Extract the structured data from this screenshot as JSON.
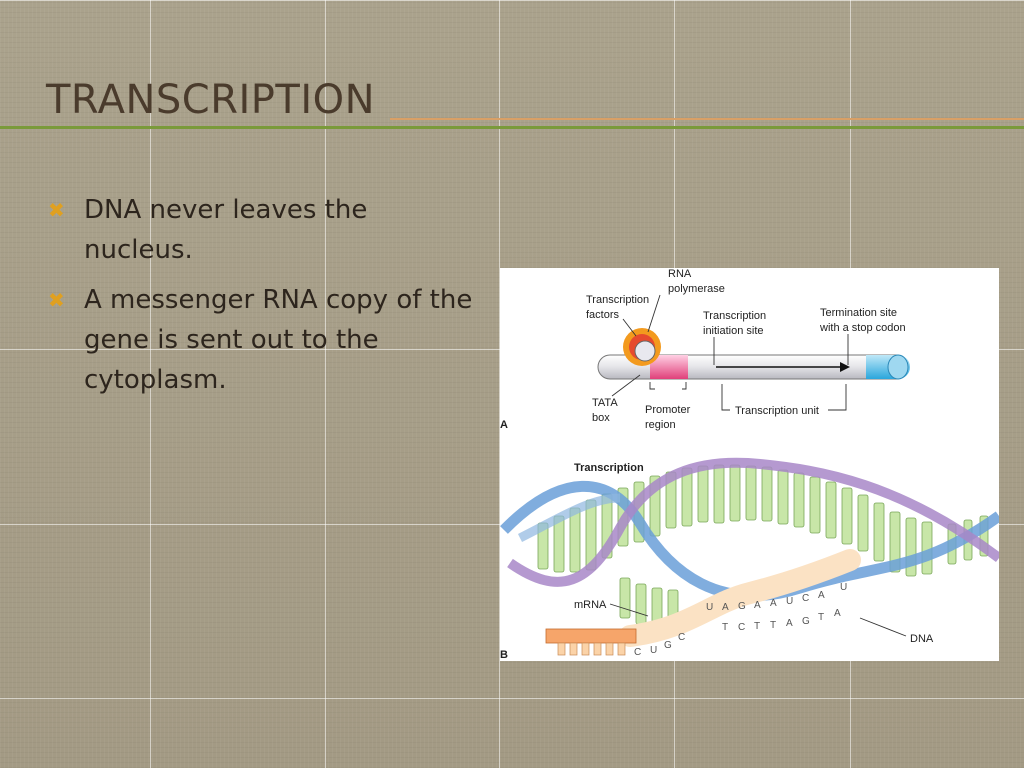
{
  "slide": {
    "title": "TRANSCRIPTION",
    "bullets": [
      "DNA never leaves the nucleus.",
      "A messenger RNA copy of the gene is sent out to the cytoplasm."
    ],
    "bullet_icon": "x-mark-icon",
    "colors": {
      "title": "#4a3b2c",
      "accent_green": "#7a9a3a",
      "accent_orange": "#d9a066",
      "bullet": "#e0a020"
    }
  },
  "figure": {
    "panel_a": {
      "letter": "A",
      "labels": {
        "rna1": "RNA",
        "rna2": "polymerase",
        "tf1": "Transcription",
        "tf2": "factors",
        "tis1": "Transcription",
        "tis2": "initiation site",
        "term1": "Termination site",
        "term2": "with a stop codon",
        "tata1": "TATA",
        "tata2": "box",
        "prom1": "Promoter",
        "prom2": "region",
        "unit": "Transcription unit"
      }
    },
    "panel_b": {
      "letter": "B",
      "title": "Transcription",
      "mrna_label": "mRNA",
      "dna_label": "DNA",
      "upper_bases": [
        "U",
        "A",
        "G",
        "A",
        "A",
        "U",
        "C",
        "A",
        "U"
      ],
      "lower_bases": [
        "T",
        "C",
        "T",
        "T",
        "A",
        "G",
        "T",
        "A"
      ],
      "tail_bases": [
        "C",
        "U",
        "G",
        "C"
      ]
    }
  }
}
